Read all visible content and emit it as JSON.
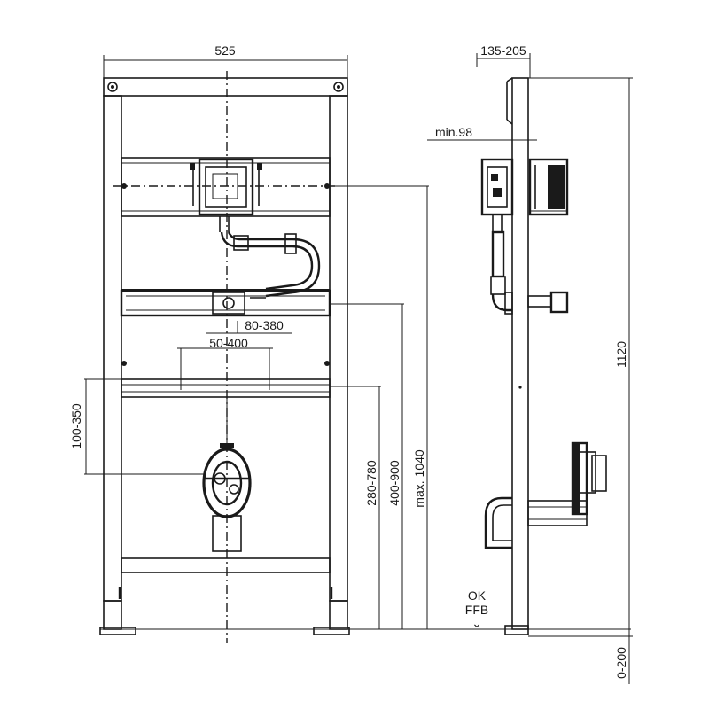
{
  "front_view": {
    "dims": {
      "width": "525",
      "flush_offset": "80-380",
      "bracket_offset": "50-400",
      "waste_height": "100-350",
      "height_a": "280-780",
      "height_b": "400-900",
      "height_max": "max. 1040"
    }
  },
  "side_view": {
    "dims": {
      "depth": "135-205",
      "min_depth": "min.98",
      "total_height": "1120",
      "floor_range": "0-200"
    },
    "floor_label": {
      "line1": "OK",
      "line2": "FFB",
      "marker": "⌄"
    }
  }
}
